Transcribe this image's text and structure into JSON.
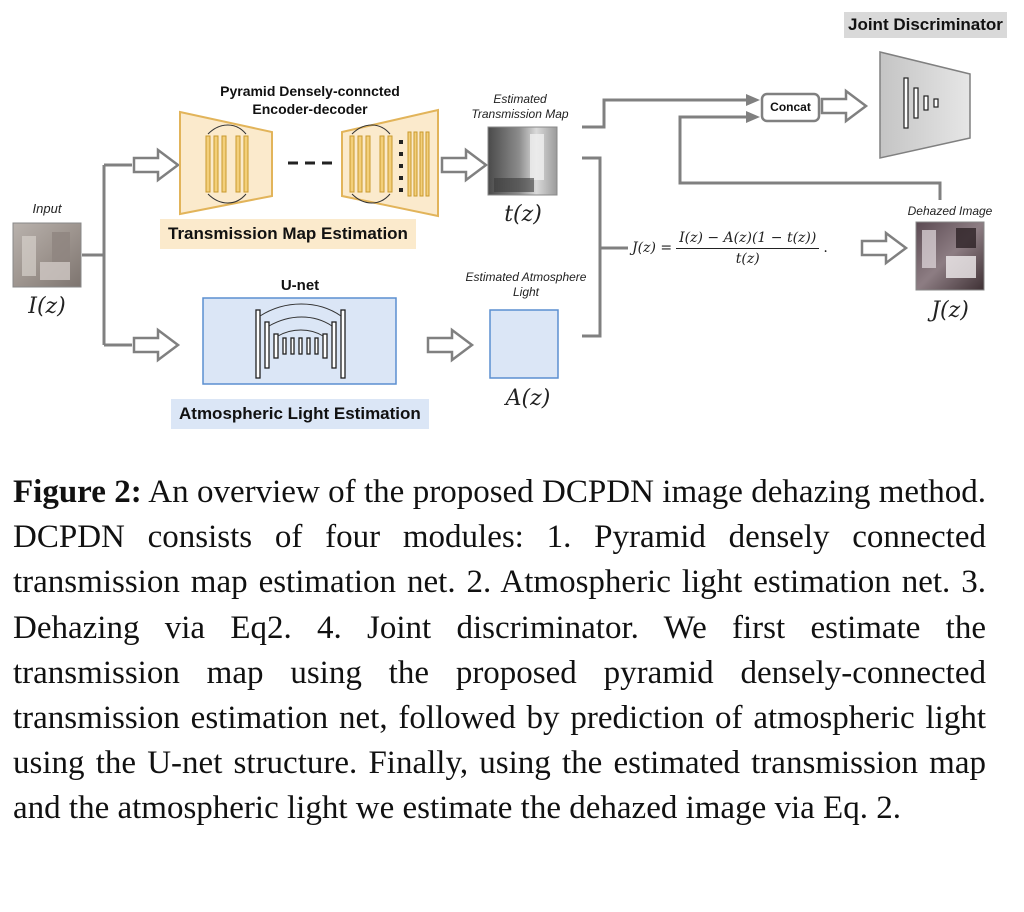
{
  "figure": {
    "joint_discriminator": "Joint  Discriminator",
    "pyramid_title_line1": "Pyramid Densely-conncted",
    "pyramid_title_line2": "Encoder-decoder",
    "transmission_band": "Transmission Map  Estimation",
    "unet_title": "U-net",
    "atmospheric_band": "Atmospheric Light Estimation",
    "input_label": "Input",
    "input_math": "I(z)",
    "est_tmap_line1": "Estimated",
    "est_tmap_line2": "Transmission Map",
    "tmap_math": "t(z)",
    "est_atm_line1": "Estimated Atmosphere",
    "est_atm_line2": "Light",
    "atm_math": "A(z)",
    "concat": "Concat",
    "dehazed_label": "Dehazed Image",
    "dehazed_math": "J(z)",
    "equation": {
      "lhs": "J(z) =",
      "numerator": "I(z) − A(z)(1 − t(z))",
      "denominator": "t(z)",
      "tail": "."
    },
    "colors": {
      "encoder_fill": "#fbeacc",
      "encoder_stroke": "#e2b45a",
      "unet_fill": "#dbe6f6",
      "unet_stroke": "#5b8fd0",
      "arrow_gray": "#808080"
    }
  },
  "caption": {
    "lead": "Figure 2:",
    "text": " An overview of the proposed DCPDN image dehazing method. DCPDN consists of four modules: 1. Pyramid densely connected transmission map estimation net. 2. Atmospheric light estimation net. 3. Dehazing via Eq2. 4. Joint discriminator. We first estimate the transmission map using the proposed pyramid densely-connected transmission estimation net, followed by prediction of atmospheric light using the U-net structure. Finally, using the estimated transmission map and the atmospheric light we estimate the dehazed image via Eq. 2."
  }
}
